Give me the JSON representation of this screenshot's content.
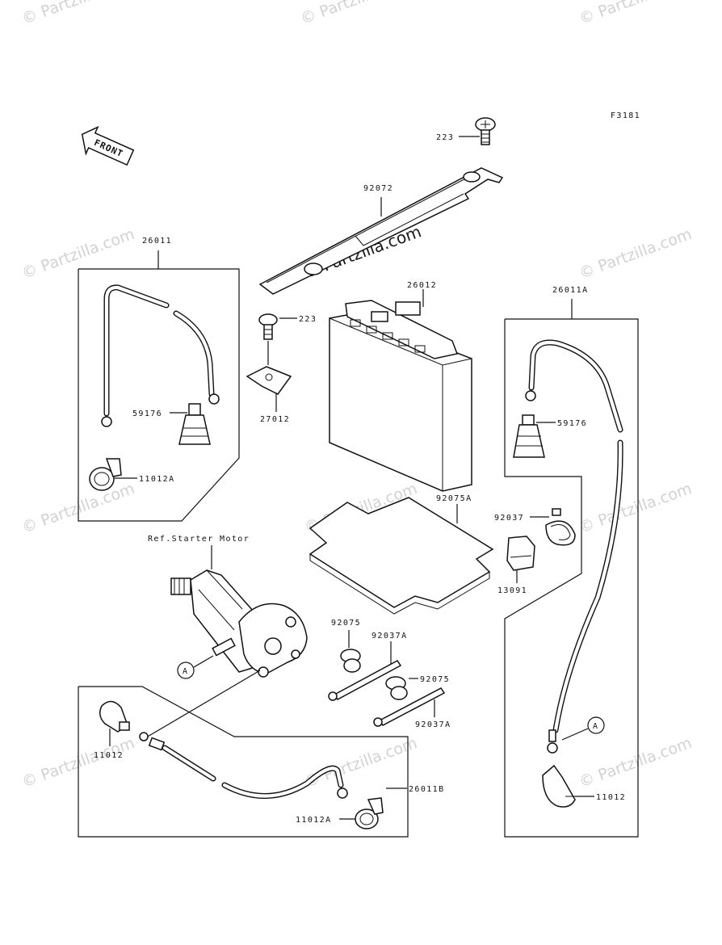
{
  "watermark": "© Partzilla.com",
  "watermark_center": "© Partzilla.com",
  "figure_id": "F3181",
  "front_arrow_label": "FRONT",
  "ref_note": "Ref.Starter Motor",
  "part_labels": {
    "bolt_top": "223",
    "strap": "92072",
    "cable_left": "26011",
    "battery": "26012",
    "bolt_mid": "223",
    "cable_right": "26011A",
    "cap_left": "59176",
    "bracket": "27012",
    "cap_right": "59176",
    "cover_left": "11012A",
    "pad": "92075A",
    "clamp": "92037",
    "cap_small": "13091",
    "grommet_1": "92075",
    "band_1": "92037A",
    "grommet_2": "92075",
    "band_2": "92037A",
    "cover_bottom_left": "11012",
    "cable_bottom": "26011B",
    "cover_bottom": "11012A",
    "cover_right": "11012",
    "ref_a_left": "A",
    "ref_a_right": "A"
  }
}
